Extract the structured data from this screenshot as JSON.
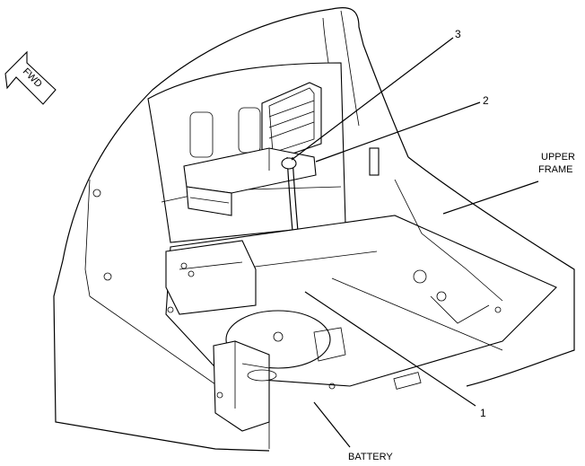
{
  "callouts": {
    "c1": "1",
    "c2": "2",
    "c3": "3"
  },
  "labels": {
    "upper_frame_line1": "UPPER",
    "upper_frame_line2": "FRAME",
    "battery": "BATTERY",
    "fwd": "FWD"
  }
}
